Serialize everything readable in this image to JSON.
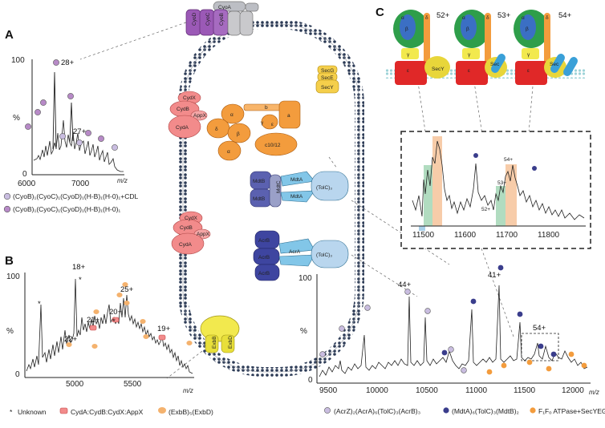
{
  "panels": {
    "a": "A",
    "b": "B",
    "c": "C"
  },
  "colors": {
    "lilac": "#c9bde0",
    "purple": "#b78ac7",
    "pink": "#f28b8b",
    "orange": "#f4b26e",
    "navy": "#3a3d8c",
    "sky": "#a8cfe8",
    "yellow": "#f2e94e",
    "green": "#2e9e4a",
    "red": "#e02828"
  },
  "panel_a": {
    "y_top": "100",
    "y_zero": "0",
    "y_unit": "%",
    "x_ticks": [
      "6000",
      "7000"
    ],
    "x_unit": "m/z",
    "charge_labels": [
      "28+",
      "27+"
    ],
    "legend": [
      {
        "marker": "lilac-circle",
        "text": "(CyoB)₁(CyoC)₁(CyoD)₁(H-B)₁(H-0)₁+CDL"
      },
      {
        "marker": "purple-circle",
        "text": "(CyoB)₁(CyoC)₁(CyoD)₁(H-B)₁(H-0)₁"
      }
    ]
  },
  "panel_b": {
    "y_top": "100",
    "y_zero": "0",
    "y_unit": "%",
    "x_ticks": [
      "5000",
      "5500"
    ],
    "x_unit": "m/z",
    "charge_labels": [
      "18+",
      "21+",
      "20+",
      "22+",
      "25+",
      "19+"
    ],
    "star": "*",
    "legend": [
      {
        "marker": "star",
        "text": "Unknown"
      },
      {
        "marker": "pink-rect",
        "text": "CydA:CydB:CydX:AppX"
      },
      {
        "marker": "orange-oval",
        "text": "(ExbB)₅(ExbD)"
      }
    ]
  },
  "panel_d": {
    "y_top": "100",
    "y_zero": "0",
    "y_unit": "%",
    "x_ticks": [
      "9500",
      "10000",
      "10500",
      "11000",
      "11500",
      "12000"
    ],
    "x_unit": "m/z",
    "charge_labels": [
      "44+",
      "41+",
      "54+"
    ],
    "legend": [
      {
        "marker": "lilac-circle",
        "text": "(AcrZ)₂(AcrA)₆(TolC)₃(AcrB)₃"
      },
      {
        "marker": "navy-circle",
        "text": "(MdtA)₆(TolC)₃(MdtB)₂"
      },
      {
        "marker": "orange-circle",
        "text": "F₁Fₒ ATPase+SecYEG"
      }
    ]
  },
  "inset": {
    "x_ticks": [
      "11500",
      "11600",
      "11700",
      "11800"
    ],
    "charge_labels": [
      "53+",
      "52+",
      "54+"
    ]
  },
  "panel_c": {
    "charges": [
      "52+",
      "53+",
      "54+"
    ],
    "subunits": [
      "α",
      "β",
      "δ",
      "γ",
      "ε",
      "SecY",
      "Sec"
    ]
  },
  "diagram": {
    "cyo": [
      "CyoA",
      "CyoD",
      "CyoC",
      "CyoB"
    ],
    "sec": [
      "SecG",
      "SecE",
      "SecY"
    ],
    "atpase": [
      "α",
      "δ",
      "β",
      "α",
      "γ",
      "ε",
      "b",
      "a",
      "c10/12"
    ],
    "cyd_upper": [
      "CydX",
      "CydB",
      "AppX",
      "CydA"
    ],
    "cyd_lower": [
      "CydX",
      "CydB",
      "AppX",
      "CydA"
    ],
    "mdt": [
      "MdtA",
      "MdtA",
      "MdtC",
      "MdtB",
      "MdtB",
      "(TolC)₃"
    ],
    "acr": [
      "AcrB",
      "AcrB",
      "AcrB",
      "AcrA",
      "(TolC)₃"
    ],
    "exb": [
      "ExbB",
      "ExbD"
    ]
  }
}
